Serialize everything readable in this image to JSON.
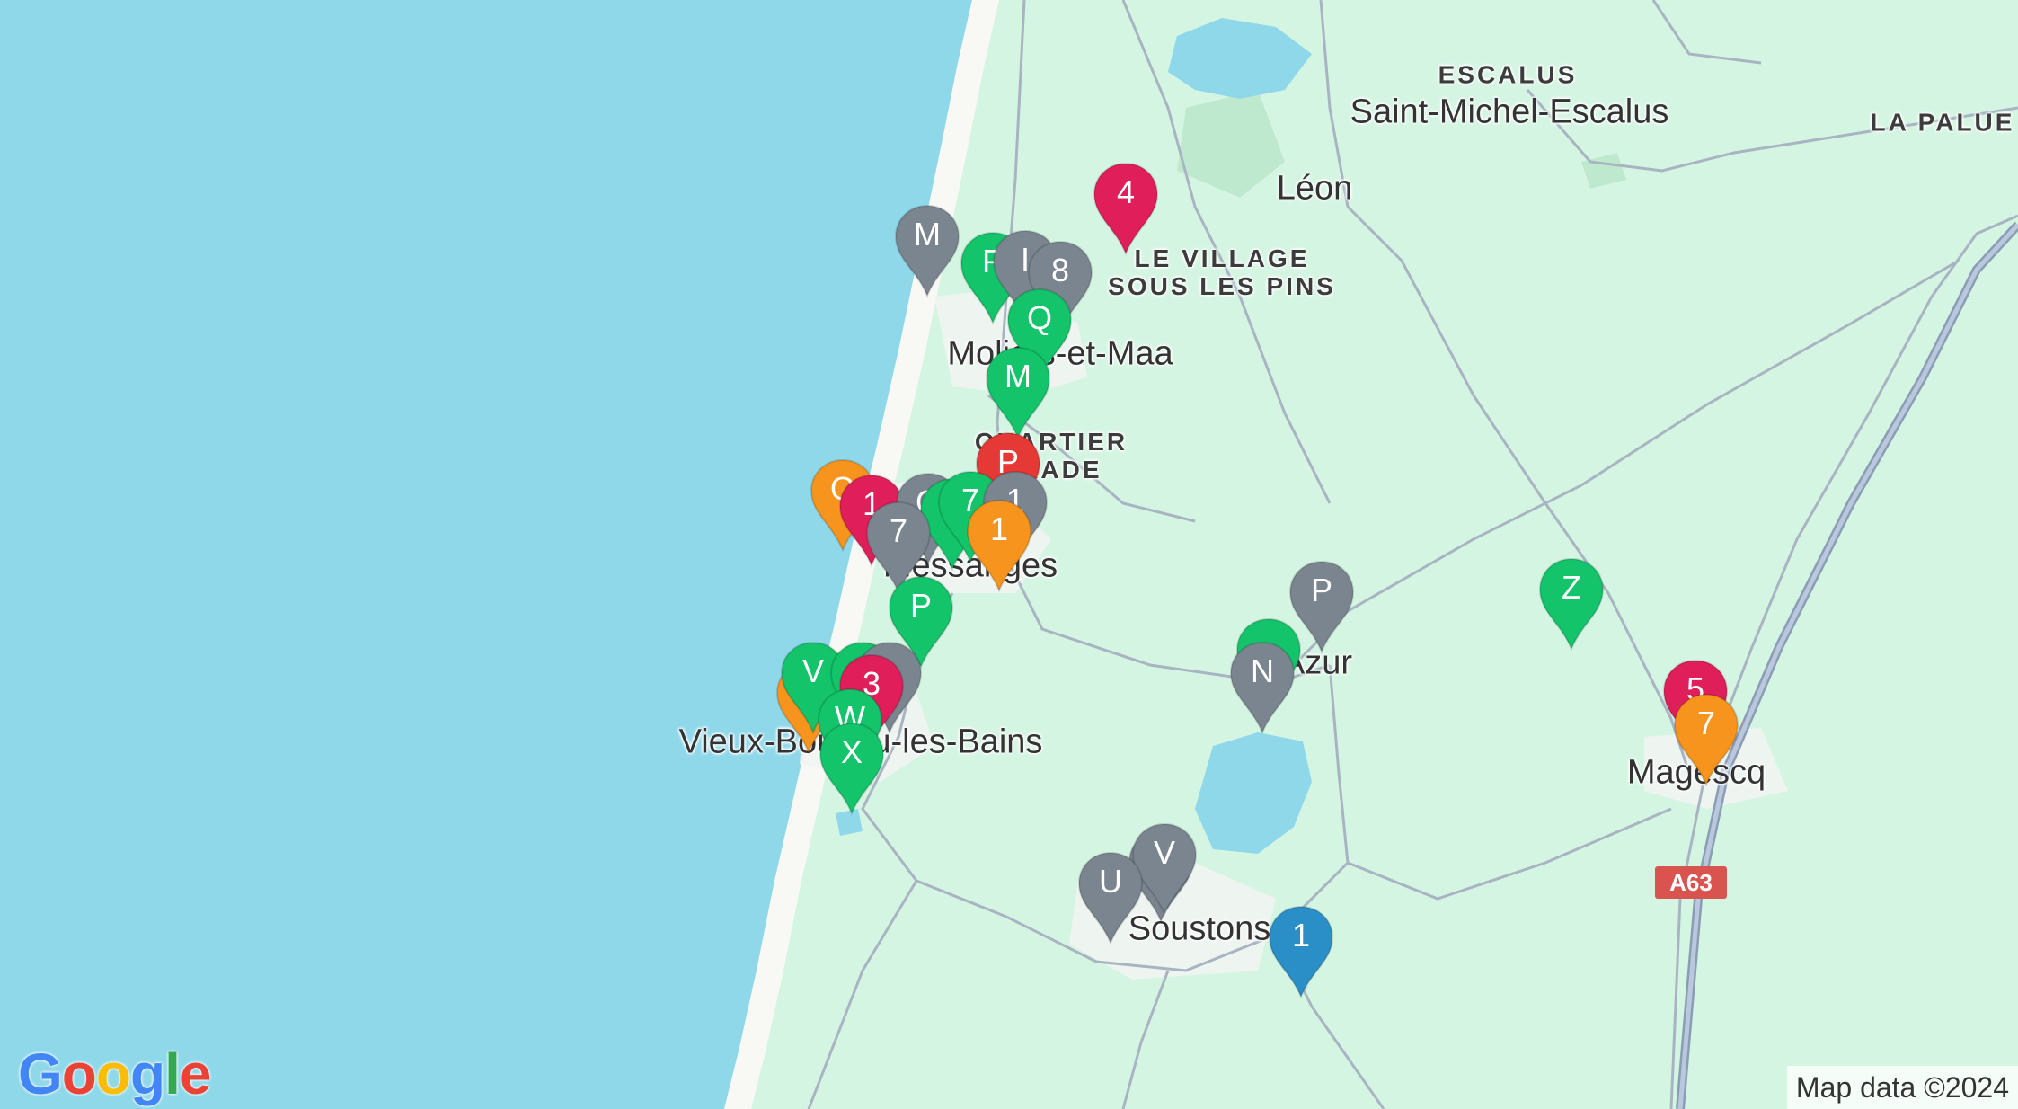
{
  "colors": {
    "ocean": "#8fd8ea",
    "land": "#d5f5e3",
    "lake": "#8fd8ea",
    "beach": "#f8f8f4",
    "road": "#a9b4c2",
    "green_marker": "#13c46a",
    "grey_marker": "#7b8590",
    "red_marker": "#e01e5a",
    "orange_marker": "#f7941d",
    "blue_marker": "#2a8fc6",
    "darkred_marker": "#e53935"
  },
  "places": {
    "escalus": "ESCALUS",
    "saint_michel": "Saint-Michel-Escalus",
    "la_palue": "LA PALUE",
    "leon": "Léon",
    "village_sous_pins": "LE VILLAGE SOUS LES PINS",
    "moliets": "Moliets-et-Maa",
    "quartier": "QUARTIER PRADE",
    "messanges": "Messanges",
    "azur": "Azur",
    "vieux_boucau": "Vieux-Boucau-les-Bains",
    "soustons": "Soustons",
    "magescq": "Magescq"
  },
  "road_shield": "A63",
  "logo": {
    "G": "G",
    "o1": "o",
    "o2": "o",
    "g": "g",
    "l": "l",
    "e": "e"
  },
  "attribution": "Map data ©2024",
  "markers": [
    {
      "label": "M",
      "color": "grey_marker"
    },
    {
      "label": "4",
      "color": "red_marker"
    },
    {
      "label": "P",
      "color": "green_marker"
    },
    {
      "label": "I",
      "color": "grey_marker"
    },
    {
      "label": "8",
      "color": "grey_marker"
    },
    {
      "label": "Q",
      "color": "green_marker"
    },
    {
      "label": "M",
      "color": "green_marker"
    },
    {
      "label": "P",
      "color": "darkred_marker"
    },
    {
      "label": "O",
      "color": "orange_marker"
    },
    {
      "label": "1",
      "color": "red_marker"
    },
    {
      "label": "G",
      "color": "grey_marker"
    },
    {
      "label": "",
      "color": "green_marker"
    },
    {
      "label": "7",
      "color": "green_marker"
    },
    {
      "label": "1",
      "color": "grey_marker"
    },
    {
      "label": "7",
      "color": "grey_marker"
    },
    {
      "label": "1",
      "color": "orange_marker"
    },
    {
      "label": "P",
      "color": "green_marker"
    },
    {
      "label": "P",
      "color": "grey_marker"
    },
    {
      "label": "Z",
      "color": "green_marker"
    },
    {
      "label": "",
      "color": "green_marker"
    },
    {
      "label": "N",
      "color": "grey_marker"
    },
    {
      "label": "",
      "color": "orange_marker"
    },
    {
      "label": "V",
      "color": "green_marker"
    },
    {
      "label": "",
      "color": "green_marker"
    },
    {
      "label": "",
      "color": "grey_marker"
    },
    {
      "label": "3",
      "color": "red_marker"
    },
    {
      "label": "W",
      "color": "green_marker"
    },
    {
      "label": "X",
      "color": "green_marker"
    },
    {
      "label": "5",
      "color": "red_marker"
    },
    {
      "label": "7",
      "color": "orange_marker"
    },
    {
      "label": "",
      "color": "grey_marker"
    },
    {
      "label": "V",
      "color": "grey_marker"
    },
    {
      "label": "U",
      "color": "grey_marker"
    },
    {
      "label": "1",
      "color": "blue_marker"
    }
  ]
}
